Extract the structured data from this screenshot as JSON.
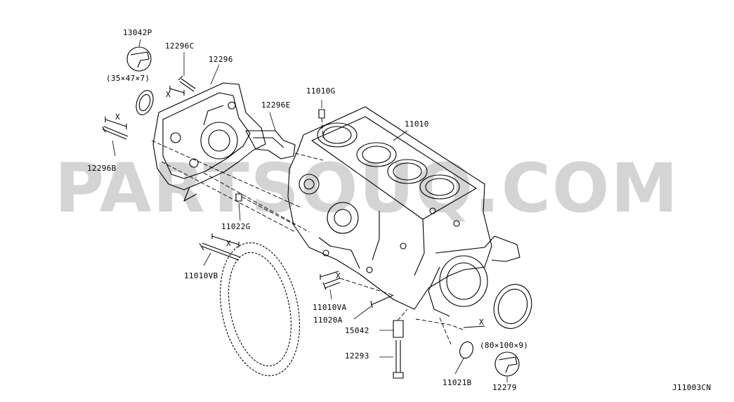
{
  "watermark": "PARTSOUQ.COM",
  "diagram_code": "J11003CN",
  "labels": {
    "p13042p": "13042P",
    "seal_front_size": "(35×47×7)",
    "p12296c": "12296C",
    "p12296": "12296",
    "p12296e": "12296E",
    "p11010g": "11010G",
    "p11010": "11010",
    "p12296b": "12296B",
    "p11022g": "11022G",
    "p11010vb": "11010VB",
    "p11010va": "11010VA",
    "p11020a": "11020A",
    "p15042": "15042",
    "p12293": "12293",
    "p11021b": "11021B",
    "p12279": "12279",
    "seal_rear_size": "(80×100×9)"
  },
  "markers": {
    "x_symbol": "X"
  }
}
